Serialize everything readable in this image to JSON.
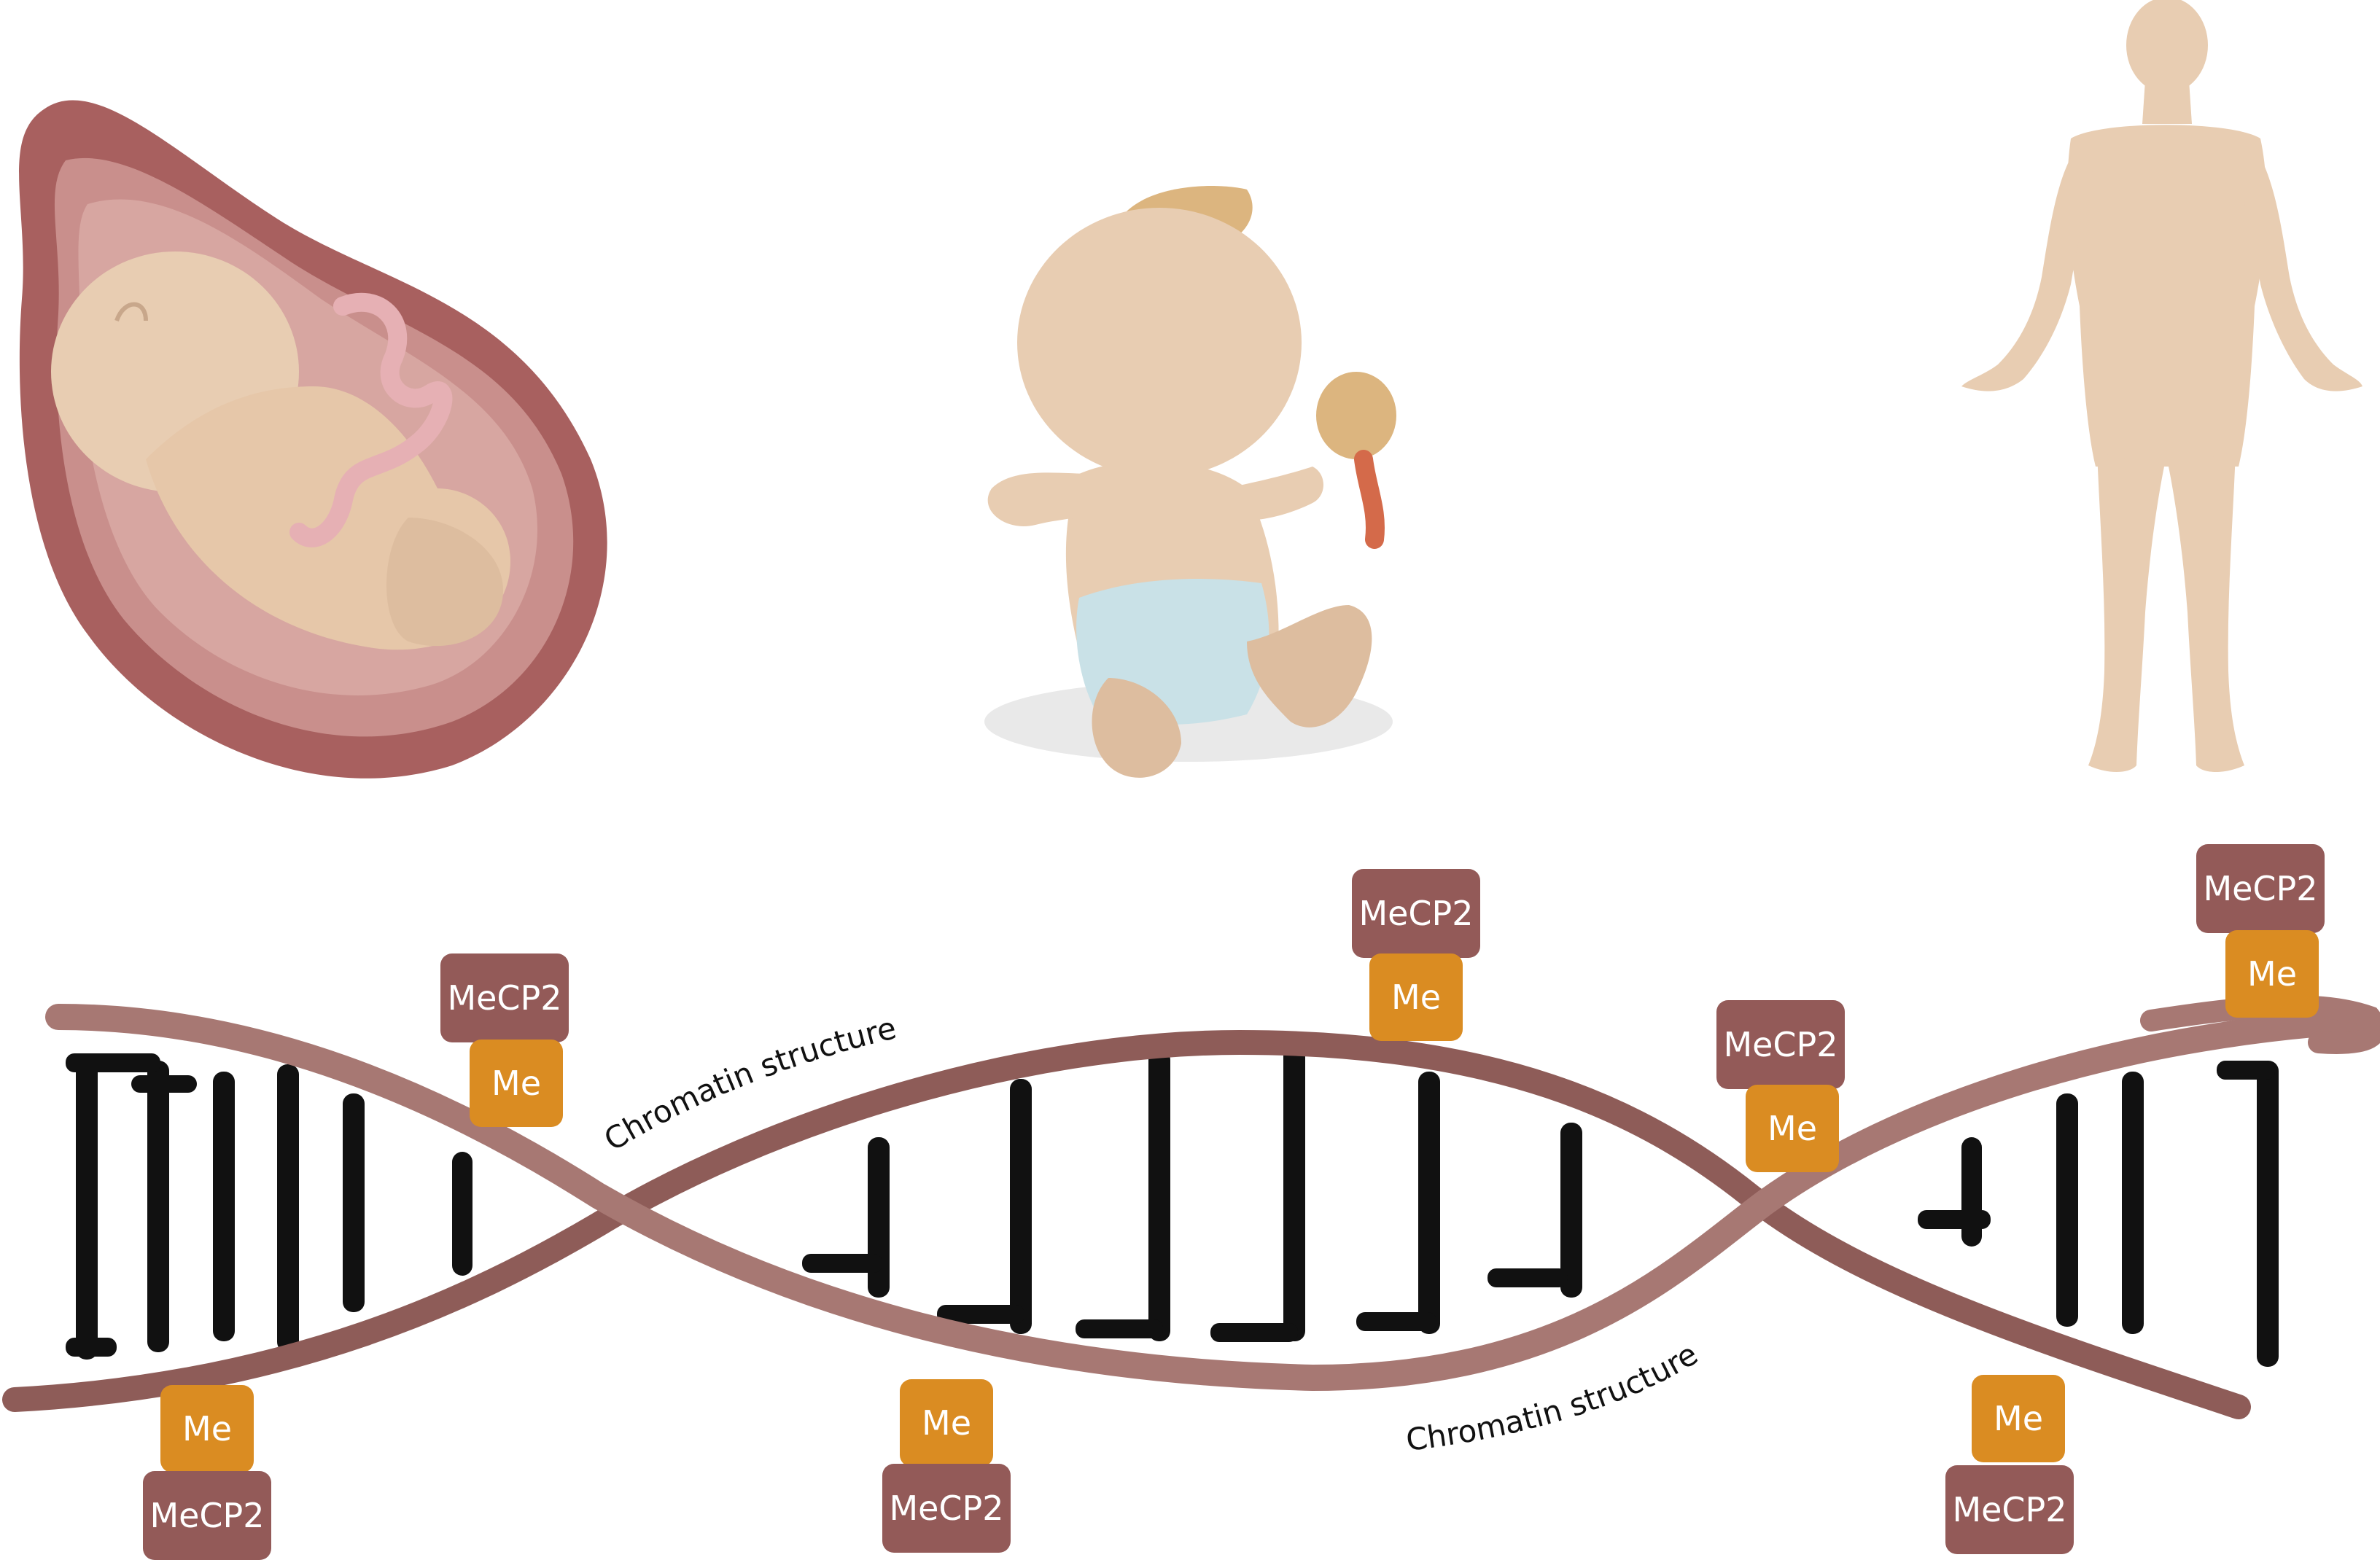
{
  "labels": {
    "chromatin_upper": "Chromatin structure",
    "chromatin_lower": "Chromatin structure",
    "mecp2": "MeCP2",
    "me": "Me"
  },
  "stages": [
    "fetus-in-womb",
    "baby-with-rattle",
    "adult-human"
  ],
  "colors": {
    "strand": "#a77873",
    "strand_dark": "#8e5c58",
    "mecp2": "#935a58",
    "me": "#da8c22",
    "skin": "#e8cdb2",
    "womb": "#a8605f",
    "bars": "#111111"
  }
}
